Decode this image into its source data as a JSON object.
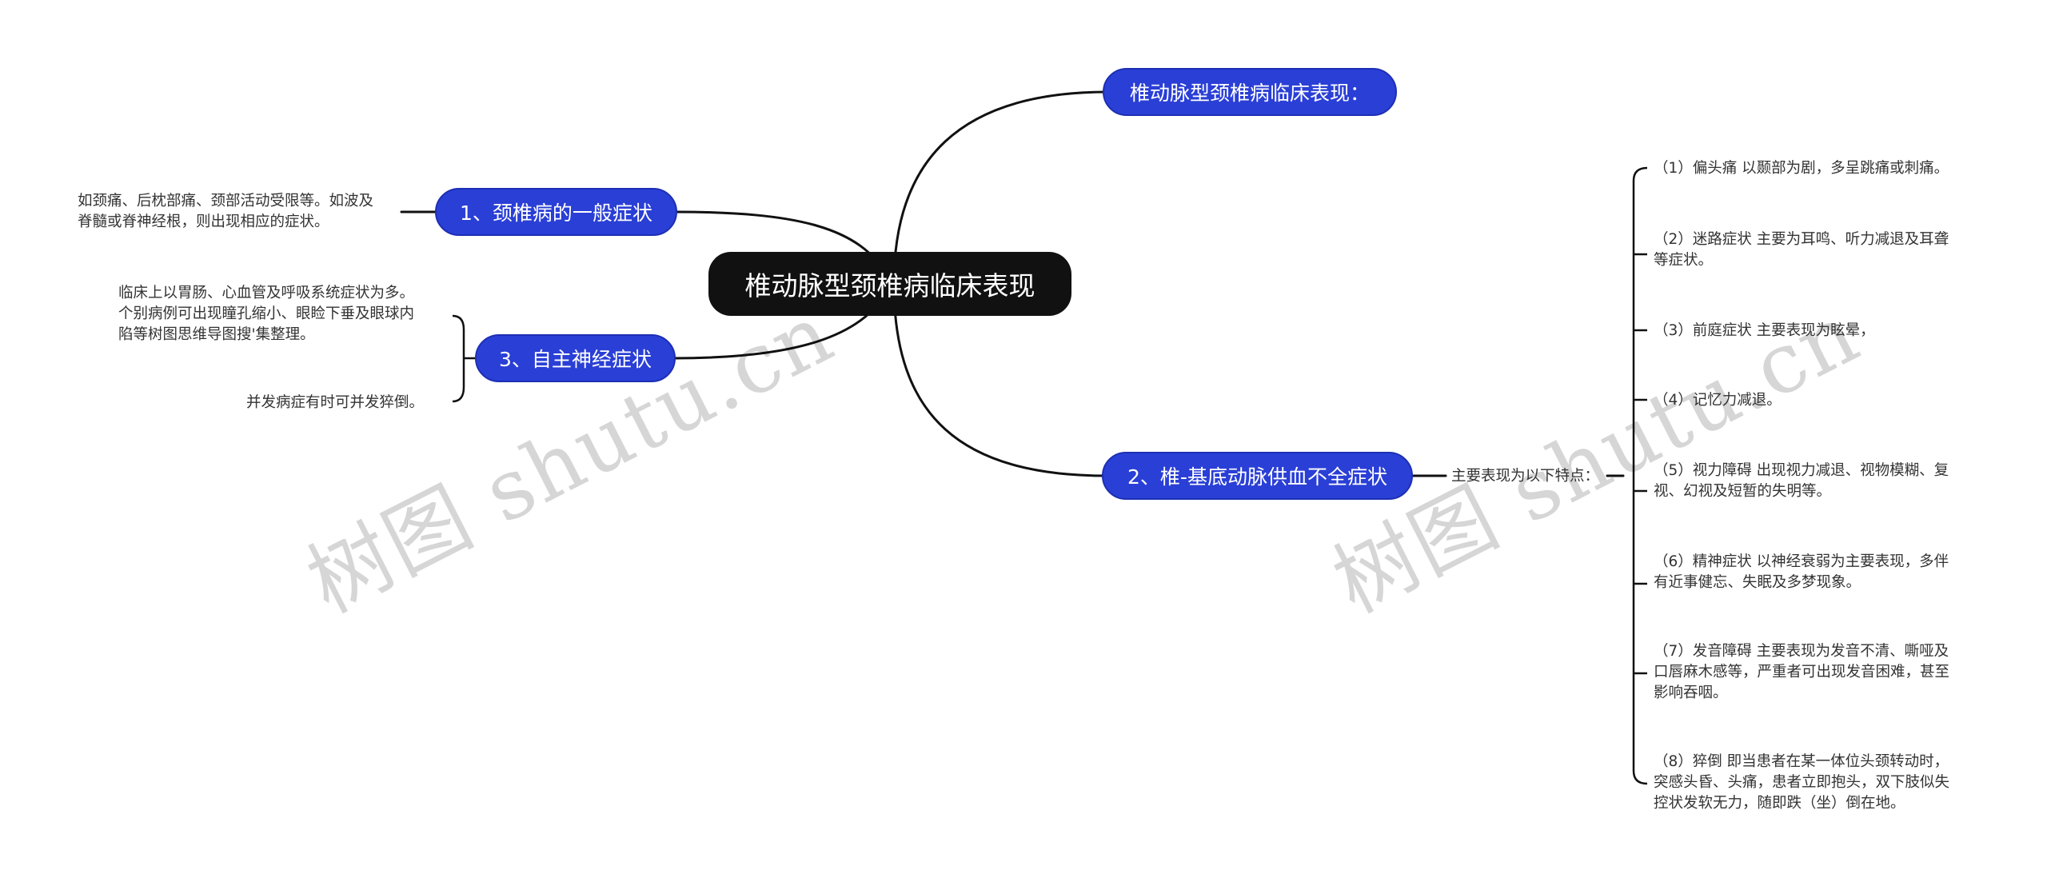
{
  "root": {
    "title": "椎动脉型颈椎病临床表现"
  },
  "branches": {
    "top": {
      "label": "椎动脉型颈椎病临床表现："
    },
    "left1": {
      "label": "1、颈椎病的一般症状",
      "note_lines": [
        "如颈痛、后枕部痛、颈部活动受限等。如波及",
        "脊髓或脊神经根，则出现相应的症状。"
      ]
    },
    "left3": {
      "label": "3、自主神经症状",
      "notes": [
        {
          "lines": [
            "临床上以胃肠、心血管及呼吸系统症状为多。",
            "个别病例可出现瞳孔缩小、眼睑下垂及眼球内",
            "陷等树图思维导图搜'集整理。"
          ]
        },
        {
          "lines": [
            "并发病症有时可并发猝倒。"
          ]
        }
      ]
    },
    "right2": {
      "label": "2、椎-基底动脉供血不全症状",
      "sub_label": "主要表现为以下特点：",
      "items": [
        {
          "lines": [
            "（1）偏头痛 以颞部为剧，多呈跳痛或刺痛。"
          ]
        },
        {
          "lines": [
            "（2）迷路症状 主要为耳鸣、听力减退及耳聋",
            "等症状。"
          ]
        },
        {
          "lines": [
            "（3）前庭症状 主要表现为眩晕，"
          ]
        },
        {
          "lines": [
            "（4）记忆力减退。"
          ]
        },
        {
          "lines": [
            "（5）视力障碍 出现视力减退、视物模糊、复",
            "视、幻视及短暂的失明等。"
          ]
        },
        {
          "lines": [
            "（6）精神症状 以神经衰弱为主要表现，多伴",
            "有近事健忘、失眠及多梦现象。"
          ]
        },
        {
          "lines": [
            "（7）发音障碍 主要表现为发音不清、嘶哑及",
            "口唇麻木感等，严重者可出现发音困难，甚至",
            "影响吞咽。"
          ]
        },
        {
          "lines": [
            "（8）猝倒 即当患者在某一体位头颈转动时，",
            "突感头昏、头痛，患者立即抱头，双下肢似失",
            "控状发软无力，随即跌（坐）倒在地。"
          ]
        }
      ]
    }
  },
  "watermarks": [
    "树图 shutu.cn",
    "树图 shutu.cn"
  ],
  "colors": {
    "root_bg": "#111111",
    "branch_bg": "#2a3fd6",
    "line": "#111111",
    "text": "#333333",
    "watermark": "#bfbfbf"
  }
}
